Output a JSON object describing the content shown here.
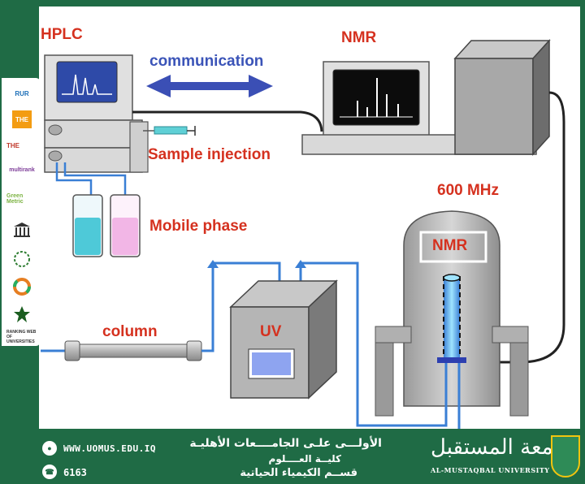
{
  "diagram": {
    "labels": {
      "hplc": "HPLC",
      "nmr_console": "NMR",
      "communication": "communication",
      "sample_injection": "Sample injection",
      "mobile_phase": "Mobile phase",
      "field_strength": "600 MHz",
      "magnet": "NMR",
      "column": "column",
      "uv": "UV"
    },
    "colors": {
      "flow_line": "#3a7fd5",
      "label_red": "#d5311f",
      "label_dark": "#1f3f8f",
      "arrow": "#3b4fb5",
      "mobile_phase_a": "#4ec9d8",
      "mobile_phase_b": "#f2b6e6"
    }
  },
  "sidebar": {
    "logos": [
      "RUR",
      "THE",
      "THE",
      "multirank",
      "Green Metric",
      "",
      "",
      "",
      "",
      "RANKING WEB OF UNIVERSITIES"
    ]
  },
  "footer": {
    "website": "WWW.UOMUS.EDU.IQ",
    "phone": "6163",
    "arabic_line1": "الأولـــى علـى الجامــــعات الأهليـة",
    "arabic_line2": "كليــة العــــلوم",
    "arabic_line3": "قســم الكيمياء الحياتية",
    "university_ar": "جامعة المستقبل",
    "university_en": "AL-MUSTAQBAL UNIVERSITY"
  }
}
